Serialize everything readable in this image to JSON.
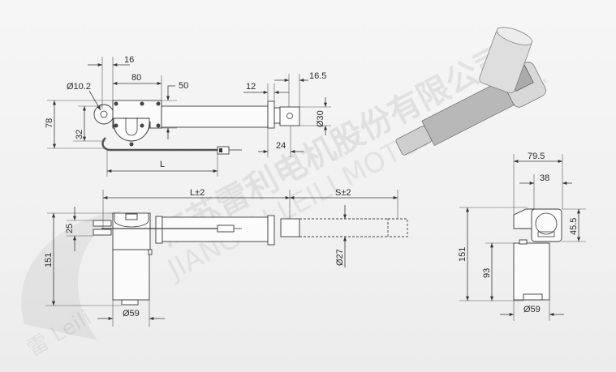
{
  "watermark": {
    "company_cn": "江苏雷利电机股份有限公司",
    "company_en": "JIANGSU LEILI MOTOR CO.,LTD.",
    "logo_text": "雷 Leili"
  },
  "top_view": {
    "dim_16": "16",
    "dim_80": "80",
    "dim_50": "50",
    "dim_d10_2": "Ø10.2",
    "dim_78": "78",
    "dim_32": "32",
    "dim_12": "12",
    "dim_16_5": "16.5",
    "dim_d30": "Ø30",
    "dim_24": "24",
    "dim_L": "L"
  },
  "side_view": {
    "dim_L_tol": "L±2",
    "dim_S_tol": "S±2",
    "dim_25": "25",
    "dim_151": "151",
    "dim_d59": "Ø59",
    "dim_d27": "Ø27"
  },
  "end_view": {
    "dim_79_5": "79.5",
    "dim_38": "38",
    "dim_45_5": "45.5",
    "dim_151": "151",
    "dim_93": "93",
    "dim_d59": "Ø59"
  },
  "colors": {
    "line": "#3a3a3a",
    "background": "#f3f3f3"
  }
}
